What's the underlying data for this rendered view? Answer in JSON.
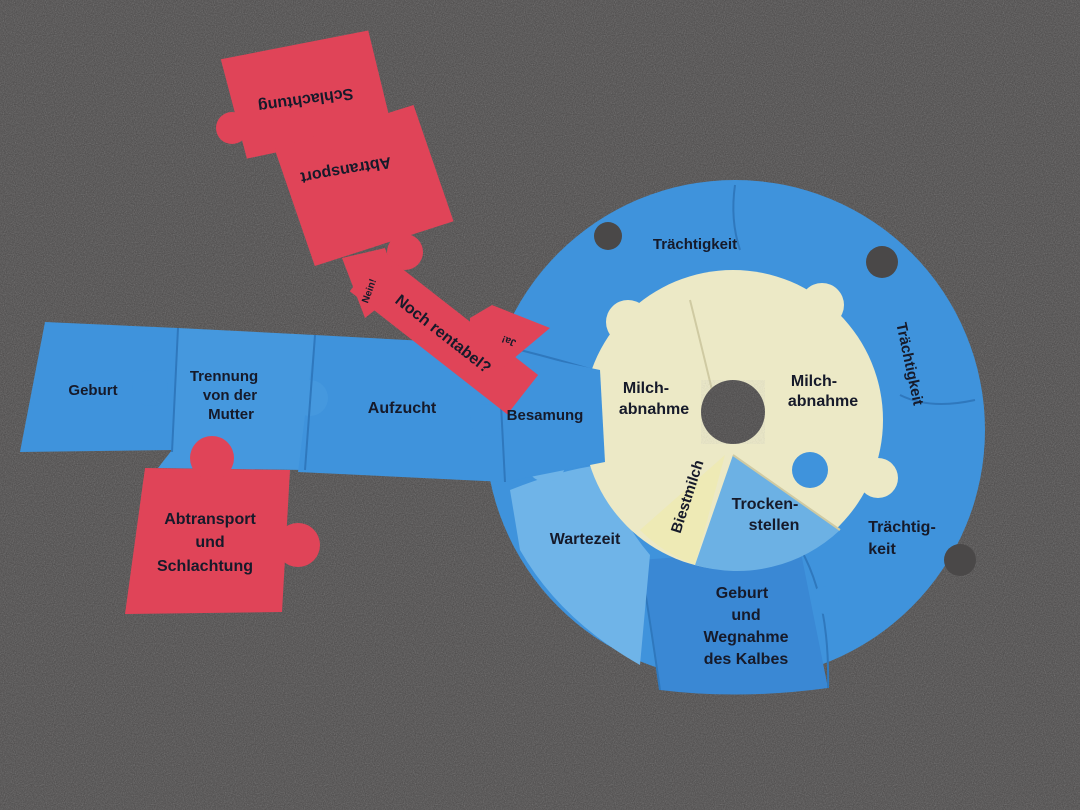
{
  "colors": {
    "carpet": "#4a4848",
    "red_piece": "#e04458",
    "blue_piece": "#3f93dc",
    "light_blue_piece": "#6fb4e8",
    "cream_piece": "#ece9c6",
    "biestmilch_piece": "#eeeab5",
    "text": "#161a2a"
  },
  "linear_path": {
    "geburt": "Geburt",
    "trennung": [
      "Trennung",
      "von der",
      "Mutter"
    ],
    "aufzucht": "Aufzucht",
    "abtransport_schlachtung": [
      "Abtransport",
      "und",
      "Schlachtung"
    ]
  },
  "decision": {
    "schlachtung": "Schlachtung",
    "abtransport": "Abtransport",
    "question": "Noch rentabel?",
    "no": "Nein!",
    "yes": "Ja!"
  },
  "outer_ring": {
    "traechtigkeit_top": "Trächtigkeit",
    "traechtigkeit_right": "Trächtigkeit",
    "traechtigkeit_lower": [
      "Trächtig-",
      "keit"
    ],
    "geburt_wegnahme": [
      "Geburt",
      "und",
      "Wegnahme",
      "des Kalbes"
    ],
    "wartezeit": "Wartezeit",
    "besamung": "Besamung"
  },
  "inner_ring": {
    "milchabnahme_left": [
      "Milch-",
      "abnahme"
    ],
    "milchabnahme_right": [
      "Milch-",
      "abnahme"
    ],
    "trockenstellen": [
      "Trocken-",
      "stellen"
    ],
    "biestmilch": "Biestmilch"
  }
}
